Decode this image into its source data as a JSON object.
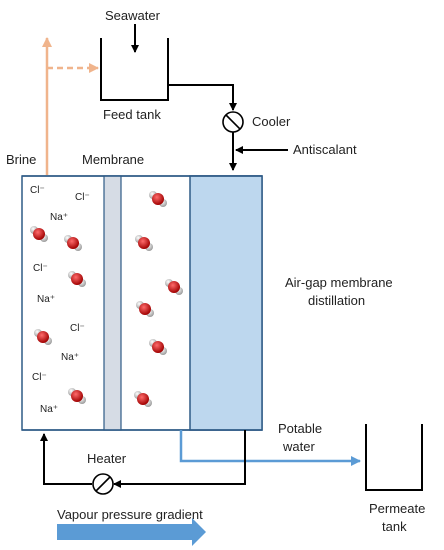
{
  "labels": {
    "seawater": "Seawater",
    "feed_tank": "Feed tank",
    "cooler": "Cooler",
    "antiscalant": "Antiscalant",
    "brine": "Brine",
    "membrane": "Membrane",
    "process": "Air-gap membrane",
    "process_2": "distillation",
    "potable": "Potable",
    "potable_2": "water",
    "heater": "Heater",
    "permeate": "Permeate",
    "permeate_2": "tank",
    "gradient": "Vapour pressure gradient"
  },
  "ions": {
    "cl1": "Cl⁻",
    "cl2": "Cl⁻",
    "na1": "Na⁺",
    "cl3": "Cl⁻",
    "na2": "Na⁺",
    "cl4": "Cl⁻",
    "na3": "Na⁺",
    "cl5": "Cl⁻",
    "na4": "Na⁺"
  },
  "colors": {
    "brine_line": "#f0b48c",
    "permeate_line": "#5b9bd5",
    "gradient_arrow": "#5b9bd5",
    "air_gap_fill": "#bdd7ee",
    "membrane_fill": "#d6dce5",
    "outline": "#2e5b86",
    "water_oxygen": "#c00000",
    "water_hydrogen": "#d9d9d9"
  }
}
